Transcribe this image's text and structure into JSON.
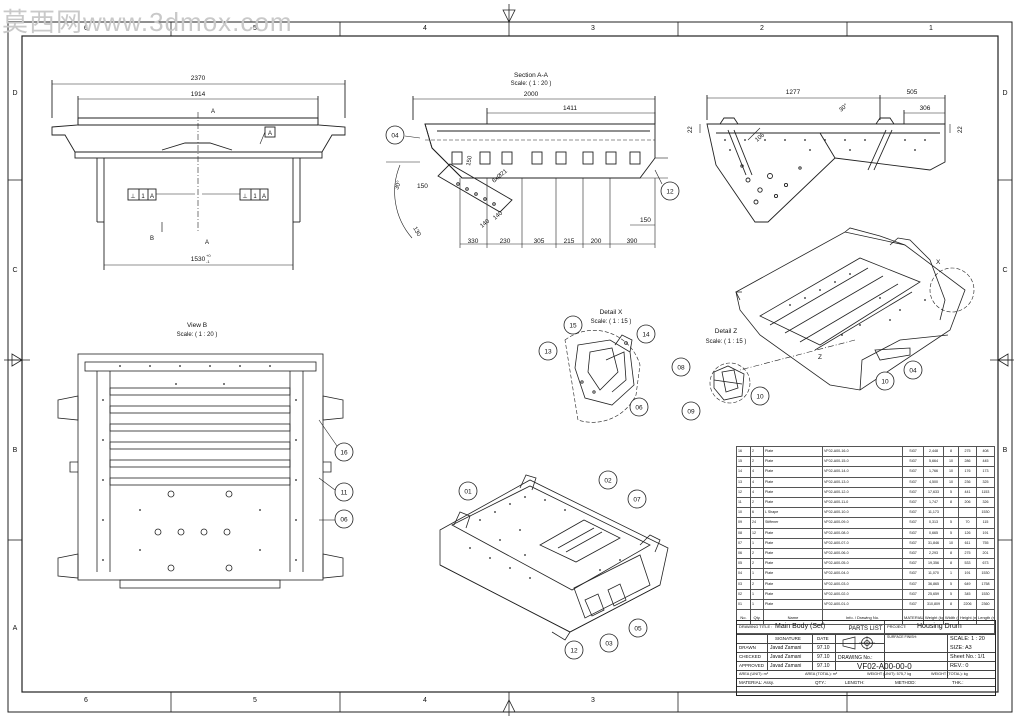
{
  "watermark": "莫西网www.3dmox.com",
  "border": {
    "col_labels": [
      "6",
      "5",
      "4",
      "3",
      "2",
      "1"
    ],
    "row_labels": [
      "D",
      "C",
      "B",
      "A"
    ]
  },
  "views": {
    "front": {
      "dim_overall": "2370",
      "dim_inner": "1914",
      "dim_bottom": "1530",
      "dim_bottom_tol_upper": "+0",
      "dim_bottom_tol_lower": "-1",
      "section_mark_top": "A",
      "section_mark_bottom": "A",
      "datum_box": "A",
      "gdt_left": [
        "⊥",
        "1",
        "A"
      ],
      "gdt_right": [
        "⊥",
        "1",
        "A"
      ],
      "view_arrow": "B"
    },
    "section": {
      "title": "Section A-A",
      "scale": "Scale: ( 1 : 20 )",
      "dim_overall": "2000",
      "dim_inner": "1411",
      "angle": "30°",
      "dim_150_left": "150",
      "dim_150_inner": "150",
      "dim_150_right": "150",
      "dim_holes": "6xØ21",
      "dim_140_a": "140",
      "dim_140_b": "140",
      "dim_130": "130",
      "bottom_dims": [
        "330",
        "230",
        "305",
        "215",
        "200",
        "390"
      ],
      "balloon_left": "04",
      "balloon_right": "12"
    },
    "side": {
      "dim_1277": "1277",
      "dim_505": "505",
      "dim_306": "306",
      "dim_22_left": "22",
      "dim_22_right": "22",
      "dim_106": "106",
      "angle": "30°"
    },
    "iso_top": {
      "detail_x_label": "X",
      "detail_z_label": "Z",
      "balloons": [
        "10",
        "04"
      ]
    },
    "detail_x": {
      "title": "Detail X",
      "scale": "Scale: ( 1 : 15 )",
      "balloons": [
        "15",
        "14",
        "13",
        "06"
      ]
    },
    "detail_z": {
      "title": "Detail Z",
      "scale": "Scale: ( 1 : 15 )",
      "balloons": [
        "08",
        "09",
        "10"
      ]
    },
    "view_b": {
      "title": "View B",
      "scale": "Scale: ( 1 : 20 )",
      "balloons": [
        "16",
        "11",
        "06"
      ]
    },
    "iso_bottom": {
      "balloons": [
        "01",
        "02",
        "07",
        "12",
        "03",
        "05"
      ]
    }
  },
  "parts_list": {
    "caption": "PARTS LIST",
    "headers": [
      "No.",
      "Qty.",
      "Name",
      "Info. / Drawing No.",
      "MATERIAL",
      "Weight (kg)",
      "Width (mm)",
      "Height (mm)",
      "Length (mm)"
    ],
    "rows": [
      [
        "16",
        "2",
        "Plate",
        "VF02-A00-16-0",
        "St37",
        "2,448",
        "8",
        "275",
        "408"
      ],
      [
        "15",
        "2",
        "Plate",
        "VF02-A00-15-0",
        "St37",
        "5,664",
        "10",
        "286",
        "445"
      ],
      [
        "14",
        "4",
        "Plate",
        "VF02-A00-14-0",
        "St37",
        "1,766",
        "10",
        "176",
        "173"
      ],
      [
        "13",
        "4",
        "Plate",
        "VF02-A00-13-0",
        "St37",
        "4,500",
        "10",
        "236",
        "325"
      ],
      [
        "12",
        "4",
        "Plate",
        "VF02-A00-12-0",
        "St37",
        "17,633",
        "5",
        "441",
        "1153"
      ],
      [
        "11",
        "2",
        "Plate",
        "VF02-A00-11-0",
        "St37",
        "1,747",
        "8",
        "206",
        "326"
      ],
      [
        "10",
        "6",
        "L Shape",
        "VF02-A00-10-0",
        "St37",
        "11,173",
        "",
        "",
        "1530"
      ],
      [
        "09",
        "24",
        "Stiffener",
        "VF02-A00-09-0",
        "St37",
        "0,313",
        "5",
        "70",
        "115"
      ],
      [
        "08",
        "12",
        "Plate",
        "VF02-A00-08-0",
        "St37",
        "0,665",
        "5",
        "126",
        "191"
      ],
      [
        "07",
        "1",
        "Plate",
        "VF02-A00-07-0",
        "St37",
        "31,846",
        "10",
        "611",
        "755"
      ],
      [
        "06",
        "2",
        "Plate",
        "VF02-A00-06-0",
        "St37",
        "2,293",
        "8",
        "275",
        "201"
      ],
      [
        "05",
        "2",
        "Plate",
        "VF02-A00-05-0",
        "St37",
        "19,356",
        "8",
        "533",
        "673"
      ],
      [
        "04",
        "1",
        "Plate",
        "VF02-A00-04-0",
        "St37",
        "11,070",
        "1",
        "191",
        "1530"
      ],
      [
        "03",
        "2",
        "Plate",
        "VF02-A00-03-0",
        "St37",
        "36,865",
        "5",
        "649",
        "1758"
      ],
      [
        "02",
        "1",
        "Plate",
        "VF02-A00-02-0",
        "St37",
        "25,659",
        "5",
        "345",
        "1530"
      ],
      [
        "01",
        "1",
        "Plate",
        "VF02-A00-01-0",
        "St37",
        "310,809",
        "8",
        "2206",
        "2360"
      ]
    ]
  },
  "title_block": {
    "drawing_title_label": "DRAWING TITLE :",
    "drawing_title": "Main Body (Set)",
    "project_label": "PROJECT:",
    "project": "Housing Drum",
    "signature_label": "SIGNATURE",
    "date_label": "DATE",
    "surface_finish_label": "SURFACE FINISH:",
    "rows": [
      {
        "role": "DRAWN",
        "name": "Javad Zamani",
        "date": "97.10"
      },
      {
        "role": "CHECKED",
        "name": "Javad Zamani",
        "date": "97.10"
      },
      {
        "role": "APPROVED",
        "name": "Javad Zamani",
        "date": "97.10"
      }
    ],
    "scale": "SCALE: 1 : 20",
    "size": "SIZE: A3",
    "sheet": "Sheet No.: 1/1",
    "rev": "REV.: 0",
    "drawing_no_label": "DRAWING No.:",
    "drawing_no": "VF02-A00-00-0",
    "area_unit": "AREA (UNIT): m²",
    "area_total": "AREA (TOTAL): m²",
    "weight_unit": "WEIGHT (UNIT): 575,7 kg",
    "weight_total": "WEIGHT (TOTAL): kg",
    "material": "MATERIAL: Assy.",
    "qty": "QTY.:",
    "length": "LENGTH:",
    "method": "METHOD:",
    "thk": "THK.:"
  }
}
